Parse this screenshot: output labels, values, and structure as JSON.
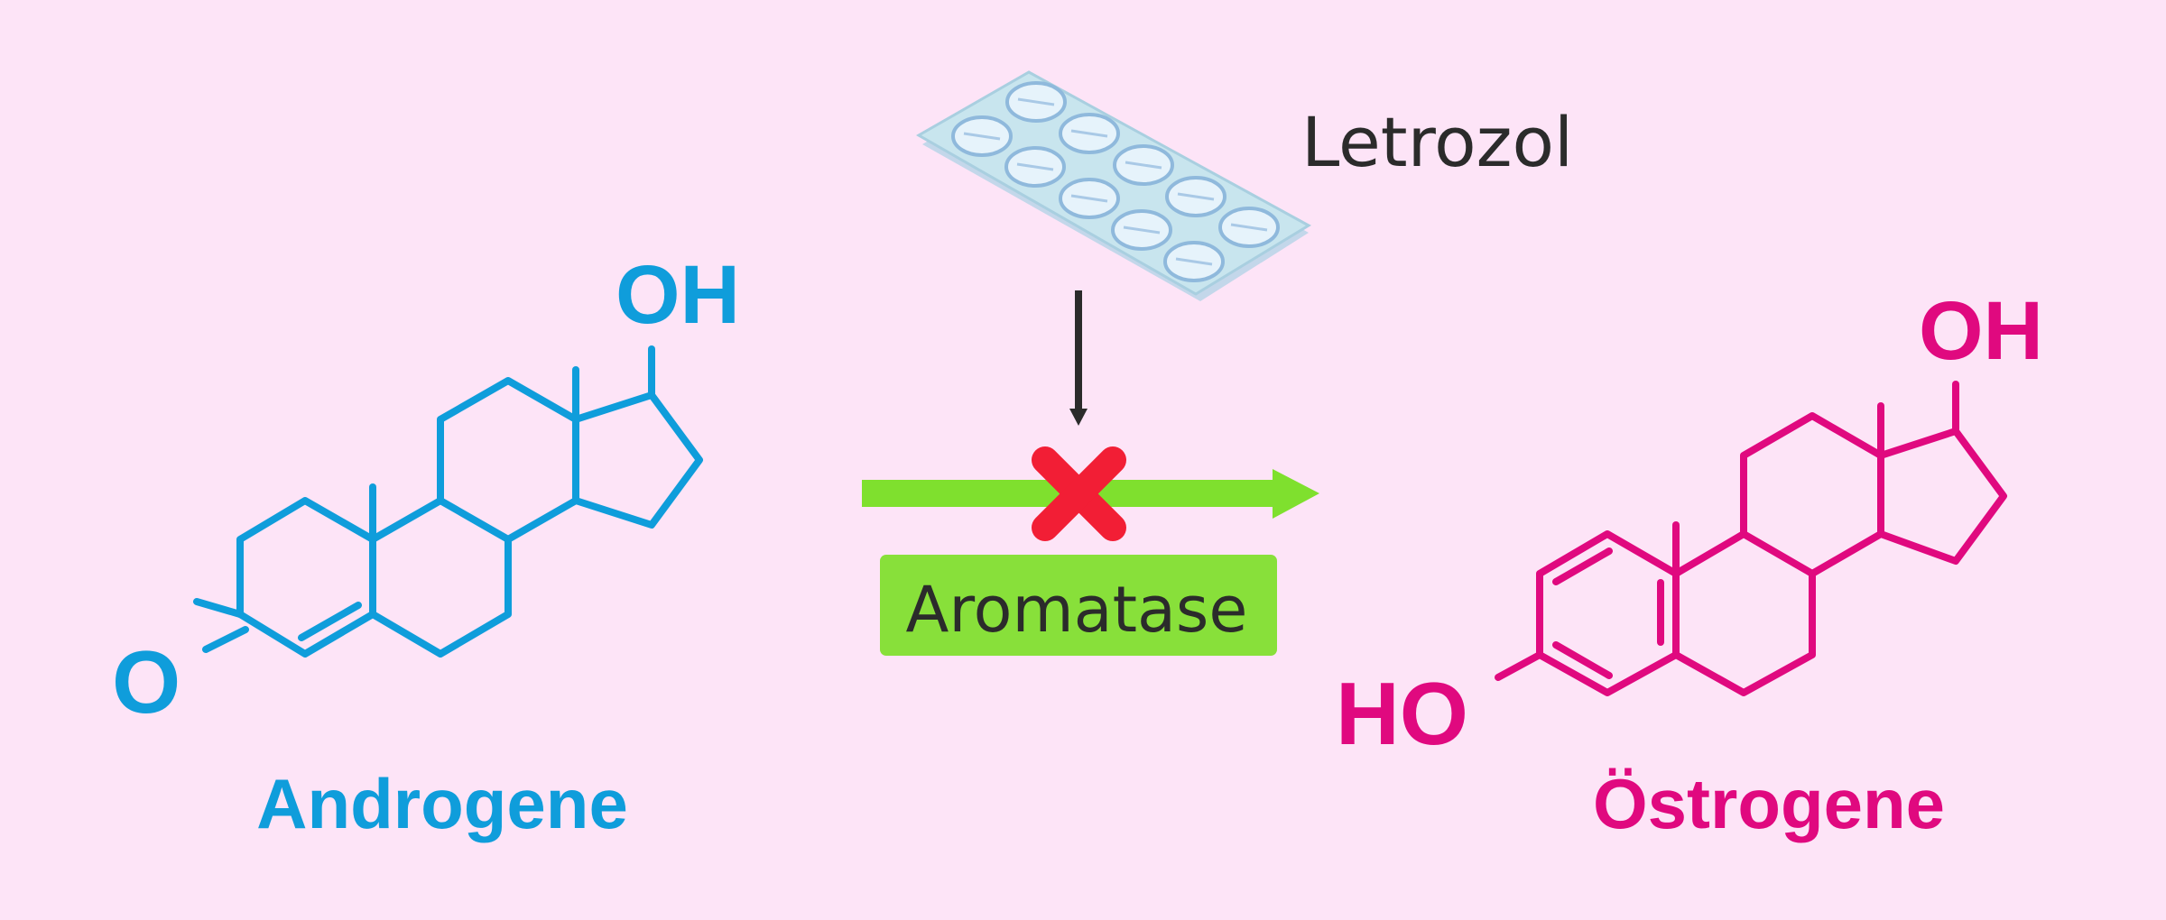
{
  "colors": {
    "background": "#fde4f7",
    "androgen": "#0f9ddb",
    "estrogen": "#e0097f",
    "reaction_arrow": "#7fe02e",
    "enzyme_box": "#88e03a",
    "inhibition_mark": "#f21e35",
    "inhibitor_arrow": "#2b2b2b",
    "text_dark": "#2b2b2b"
  },
  "androgen": {
    "name": "Androgene",
    "oh_label": "OH",
    "o_label": "O"
  },
  "estrogen": {
    "name": "Östrogene",
    "oh_label": "OH",
    "ho_label": "HO"
  },
  "inhibitor": {
    "name": "Letrozol",
    "icon": "pill-blister-pack-icon"
  },
  "enzyme": {
    "name": "Aromatase"
  },
  "reaction": {
    "blocked": true,
    "block_icon": "cross-x-icon"
  }
}
